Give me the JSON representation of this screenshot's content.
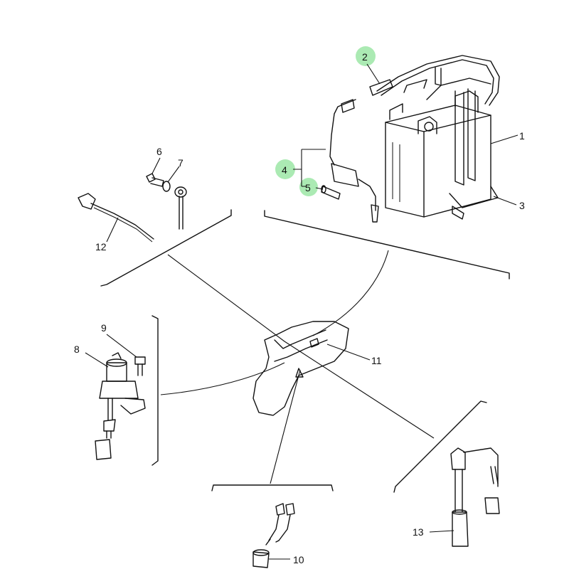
{
  "diagram": {
    "highlight_color": "#8fe39a",
    "callouts": [
      {
        "id": "c1",
        "text": "1",
        "highlighted": false
      },
      {
        "id": "c2",
        "text": "2",
        "highlighted": true
      },
      {
        "id": "c3",
        "text": "3",
        "highlighted": false
      },
      {
        "id": "c4",
        "text": "4",
        "highlighted": true
      },
      {
        "id": "c5",
        "text": "5",
        "highlighted": true
      },
      {
        "id": "c6",
        "text": "6",
        "highlighted": false
      },
      {
        "id": "c7",
        "text": "7",
        "highlighted": false
      },
      {
        "id": "c8",
        "text": "8",
        "highlighted": false
      },
      {
        "id": "c9",
        "text": "9",
        "highlighted": false
      },
      {
        "id": "c10",
        "text": "10",
        "highlighted": false
      },
      {
        "id": "c11",
        "text": "11",
        "highlighted": false
      },
      {
        "id": "c12",
        "text": "12",
        "highlighted": false
      },
      {
        "id": "c13",
        "text": "13",
        "highlighted": false
      }
    ]
  }
}
